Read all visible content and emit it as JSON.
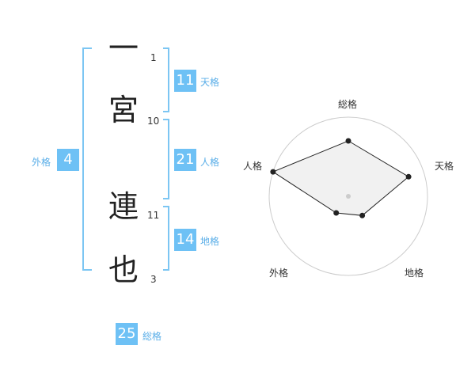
{
  "name": {
    "characters": [
      "一",
      "宮",
      "連",
      "也"
    ],
    "strokes": [
      "1",
      "10",
      "11",
      "3"
    ]
  },
  "fortune": {
    "tenkaku": {
      "value": "11",
      "label": "天格"
    },
    "jinkaku": {
      "value": "21",
      "label": "人格"
    },
    "chikaku": {
      "value": "14",
      "label": "地格"
    },
    "gaikaku": {
      "value": "4",
      "label": "外格"
    },
    "soukaku": {
      "value": "25",
      "label": "総格"
    }
  },
  "radar": {
    "axes": [
      "総格",
      "天格",
      "地格",
      "外格",
      "人格"
    ],
    "levels": 5,
    "values": [
      3.5,
      4.0,
      1.5,
      1.3,
      5.0
    ],
    "colors": {
      "fill": "#eeeeee",
      "stroke": "#222222",
      "ring": "#cccccc"
    }
  },
  "colors": {
    "accent": "#6ec1f5",
    "accent_text": "#5aaee8"
  }
}
